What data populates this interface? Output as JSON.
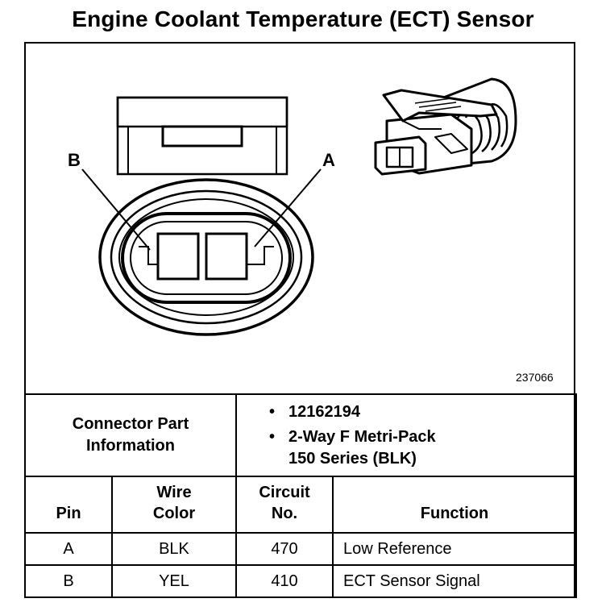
{
  "title": "Engine Coolant Temperature (ECT) Sensor",
  "figure": {
    "id": "237066",
    "label_b": "B",
    "label_a": "A"
  },
  "connector_info": {
    "label_line1": "Connector Part",
    "label_line2": "Information",
    "part_number": "12162194",
    "description_line1": "2-Way F Metri-Pack",
    "description_line2": "150 Series (BLK)"
  },
  "pin_table": {
    "headers": {
      "pin": "Pin",
      "wire_color_line1": "Wire",
      "wire_color_line2": "Color",
      "circuit_line1": "Circuit",
      "circuit_line2": "No.",
      "function": "Function"
    },
    "rows": [
      {
        "pin": "A",
        "wire_color": "BLK",
        "circuit": "470",
        "function": "Low Reference"
      },
      {
        "pin": "B",
        "wire_color": "YEL",
        "circuit": "410",
        "function": "ECT Sensor Signal"
      }
    ]
  }
}
